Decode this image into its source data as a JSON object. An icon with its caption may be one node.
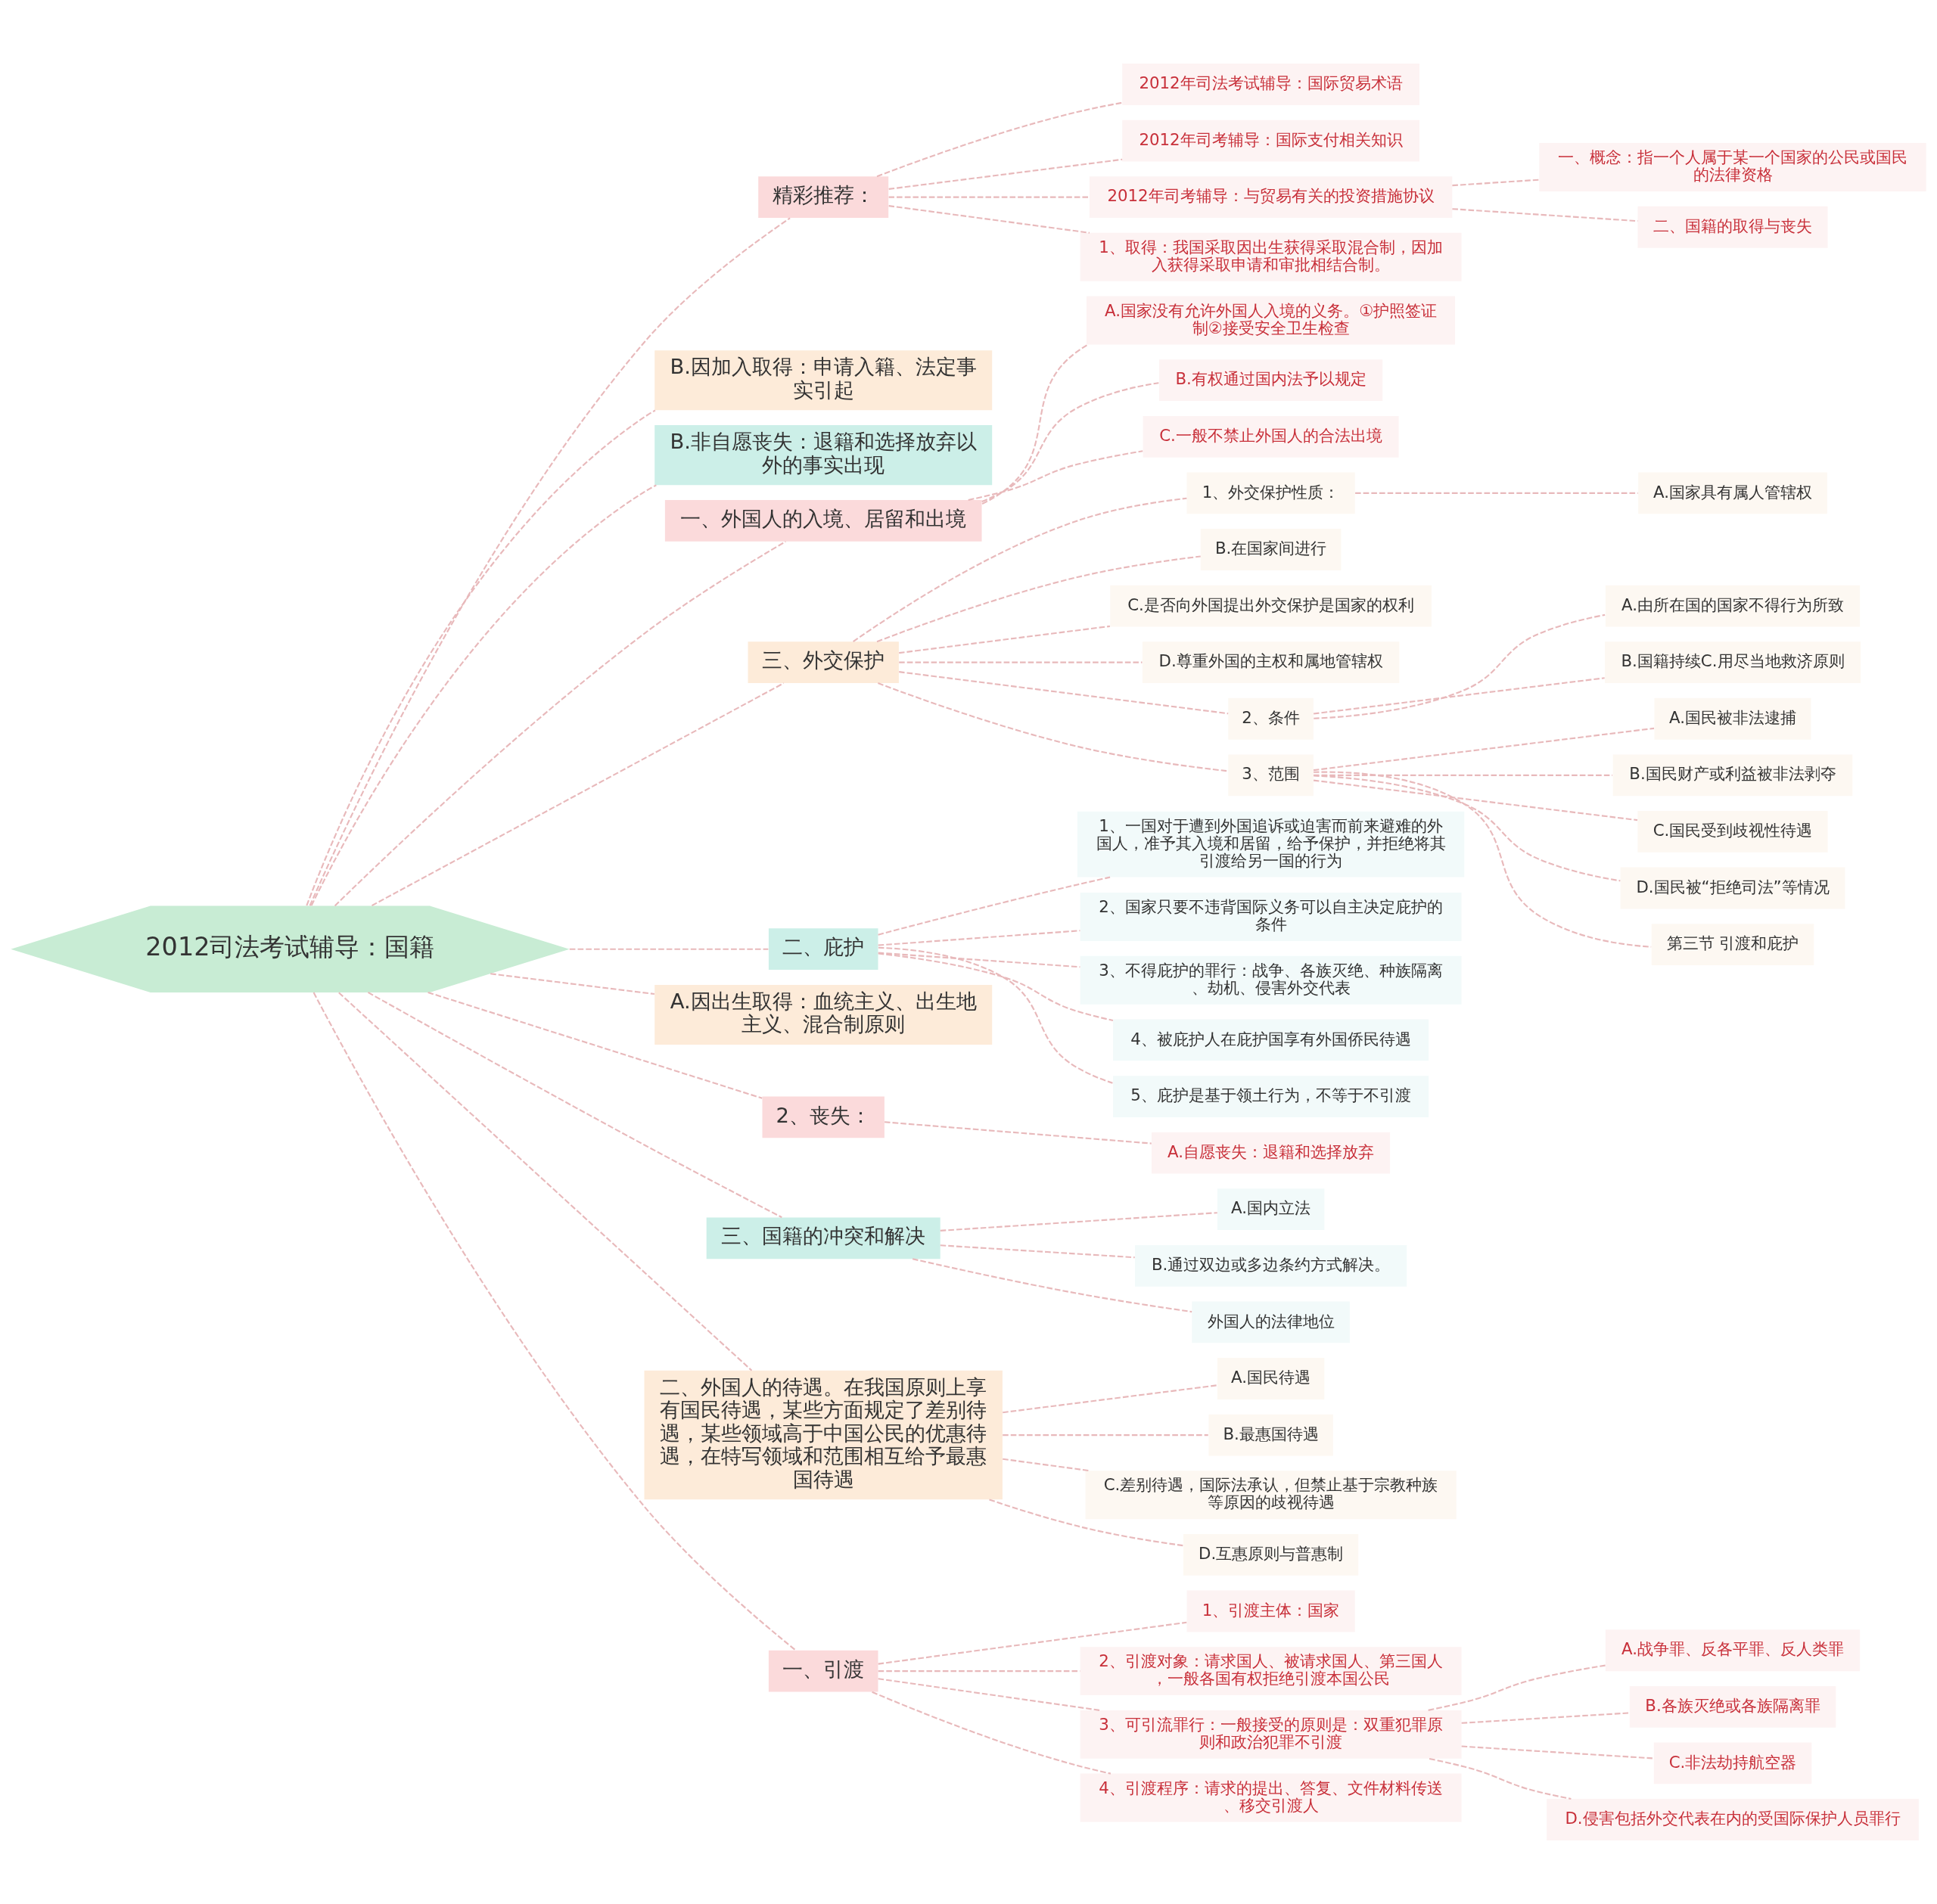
{
  "diagram": {
    "nodes": [
      {
        "text": [
          "2012司法考试辅导：国籍"
        ]
      },
      {
        "text": [
          "精彩推荐："
        ]
      },
      {
        "text": [
          "2012年司法考试辅导：国际贸易术语"
        ]
      },
      {
        "text": [
          "2012年司考辅导：国际支付相关知识"
        ]
      },
      {
        "text": [
          "2012年司考辅导：与贸易有关的投资措施协议"
        ]
      },
      {
        "text": [
          "一、概念：指一个人属于某一个国家的公民或国民的法律资格"
        ]
      },
      {
        "text": [
          "二、国籍的取得与丧失"
        ]
      },
      {
        "text": [
          "1、取得：我国采取因出生获得采取混合制，因加入获得采取申请和审批相结合制。"
        ]
      },
      {
        "text": [
          "B.因加入取得：申请入籍、法定事实引起"
        ]
      },
      {
        "text": [
          "B.非自愿丧失：退籍和选择放弃以外的事实出现"
        ]
      },
      {
        "text": [
          "一、外国人的入境、居留和出境"
        ]
      },
      {
        "text": [
          "A.国家没有允许外国人入境的义务。①护照签证制②接受安全卫生检查"
        ]
      },
      {
        "text": [
          "B.有权通过国内法予以规定"
        ]
      },
      {
        "text": [
          "C.一般不禁止外国人的合法出境"
        ]
      },
      {
        "text": [
          "三、外交保护"
        ]
      },
      {
        "text": [
          "1、外交保护性质："
        ]
      },
      {
        "text": [
          "A.国家具有属人管辖权"
        ]
      },
      {
        "text": [
          "B.在国家间进行"
        ]
      },
      {
        "text": [
          "C.是否向外国提出外交保护是国家的权利"
        ]
      },
      {
        "text": [
          "D.尊重外国的主权和属地管辖权"
        ]
      },
      {
        "text": [
          "2、条件"
        ]
      },
      {
        "text": [
          "A.由所在国的国家不得行为所致"
        ]
      },
      {
        "text": [
          "B.国籍持续C.用尽当地救济原则"
        ]
      },
      {
        "text": [
          "3、范围"
        ]
      },
      {
        "text": [
          "A.国民被非法逮捕"
        ]
      },
      {
        "text": [
          "B.国民财产或利益被非法剥夺"
        ]
      },
      {
        "text": [
          "C.国民受到歧视性待遇"
        ]
      },
      {
        "text": [
          "D.国民被“拒绝司法”等情况"
        ]
      },
      {
        "text": [
          "第三节 引渡和庇护"
        ]
      },
      {
        "text": [
          "二、庇护"
        ]
      },
      {
        "text": [
          "1、一国对于遭到外国追诉或迫害而前来避难的外国人，准予其入境和居留，给予保护，并拒绝将其引渡给另一国的行为"
        ]
      },
      {
        "text": [
          "2、国家只要不违背国际义务可以自主决定庇护的条件"
        ]
      },
      {
        "text": [
          "3、不得庇护的罪行：战争、各族灭绝、种族隔离、劫机、侵害外交代表"
        ]
      },
      {
        "text": [
          "4、被庇护人在庇护国享有外国侨民待遇"
        ]
      },
      {
        "text": [
          "5、庇护是基于领土行为，不等于不引渡"
        ]
      },
      {
        "text": [
          "A.因出生取得：血统主义、出生地主义、混合制原则"
        ]
      },
      {
        "text": [
          "2、丧失："
        ]
      },
      {
        "text": [
          "A.自愿丧失：退籍和选择放弃"
        ]
      },
      {
        "text": [
          "三、国籍的冲突和解决"
        ]
      },
      {
        "text": [
          "A.国内立法"
        ]
      },
      {
        "text": [
          "B.通过双边或多边条约方式解决。"
        ]
      },
      {
        "text": [
          "外国人的法律地位"
        ]
      },
      {
        "text": [
          "二、外国人的待遇。在我国原则上享有国民待遇，某些方面规定了差别待遇，某些领域高于中国公民的优惠待遇，在特写领域和范围相互给予最惠国待遇"
        ]
      },
      {
        "text": [
          "A.国民待遇"
        ]
      },
      {
        "text": [
          "B.最惠国待遇"
        ]
      },
      {
        "text": [
          "C.差别待遇，国际法承认，但禁止基于宗教种族等原因的歧视待遇"
        ]
      },
      {
        "text": [
          "D.互惠原则与普惠制"
        ]
      },
      {
        "text": [
          "一、引渡"
        ]
      },
      {
        "text": [
          "1、引渡主体：国家"
        ]
      },
      {
        "text": [
          "2、引渡对象：请求国人、被请求国人、第三国人，一般各国有权拒绝引渡本国公民"
        ]
      },
      {
        "text": [
          "3、可引流罪行：一般接受的原则是：双重犯罪原则和政治犯罪不引渡"
        ]
      },
      {
        "text": [
          "A.战争罪、反各平罪、反人类罪"
        ]
      },
      {
        "text": [
          "B.各族灭绝或各族隔离罪"
        ]
      },
      {
        "text": [
          "C.非法劫持航空器"
        ]
      },
      {
        "text": [
          "D.侵害包括外交代表在内的受国际保护人员罪行"
        ]
      },
      {
        "text": [
          "4、引渡程序：请求的提出、答复、文件材料传送、移交引渡人"
        ]
      }
    ],
    "edges": [
      {
        "from": 0,
        "to": 1,
        "arrow": "none",
        "style": "dashed"
      },
      {
        "from": 1,
        "to": 2,
        "arrow": "none",
        "style": "dashed"
      },
      {
        "from": 1,
        "to": 3,
        "arrow": "none",
        "style": "dashed"
      },
      {
        "from": 1,
        "to": 4,
        "arrow": "none",
        "style": "dashed"
      },
      {
        "from": 4,
        "to": 5,
        "arrow": "none",
        "style": "dashed"
      },
      {
        "from": 4,
        "to": 6,
        "arrow": "none",
        "style": "dashed"
      },
      {
        "from": 1,
        "to": 7,
        "arrow": "none",
        "style": "dashed"
      },
      {
        "from": 0,
        "to": 8,
        "arrow": "none",
        "style": "dashed"
      },
      {
        "from": 0,
        "to": 9,
        "arrow": "none",
        "style": "dashed"
      },
      {
        "from": 0,
        "to": 10,
        "arrow": "none",
        "style": "dashed"
      },
      {
        "from": 10,
        "to": 11,
        "arrow": "none",
        "style": "dashed"
      },
      {
        "from": 10,
        "to": 12,
        "arrow": "none",
        "style": "dashed"
      },
      {
        "from": 10,
        "to": 13,
        "arrow": "none",
        "style": "dashed"
      },
      {
        "from": 0,
        "to": 14,
        "arrow": "none",
        "style": "dashed"
      },
      {
        "from": 14,
        "to": 15,
        "arrow": "none",
        "style": "dashed"
      },
      {
        "from": 15,
        "to": 16,
        "arrow": "none",
        "style": "dashed"
      },
      {
        "from": 14,
        "to": 17,
        "arrow": "none",
        "style": "dashed"
      },
      {
        "from": 14,
        "to": 18,
        "arrow": "none",
        "style": "dashed"
      },
      {
        "from": 14,
        "to": 19,
        "arrow": "none",
        "style": "dashed"
      },
      {
        "from": 14,
        "to": 20,
        "arrow": "none",
        "style": "dashed"
      },
      {
        "from": 20,
        "to": 21,
        "arrow": "none",
        "style": "dashed"
      },
      {
        "from": 20,
        "to": 22,
        "arrow": "none",
        "style": "dashed"
      },
      {
        "from": 14,
        "to": 23,
        "arrow": "none",
        "style": "dashed"
      },
      {
        "from": 23,
        "to": 24,
        "arrow": "none",
        "style": "dashed"
      },
      {
        "from": 23,
        "to": 25,
        "arrow": "none",
        "style": "dashed"
      },
      {
        "from": 23,
        "to": 26,
        "arrow": "none",
        "style": "dashed"
      },
      {
        "from": 23,
        "to": 27,
        "arrow": "none",
        "style": "dashed"
      },
      {
        "from": 23,
        "to": 28,
        "arrow": "none",
        "style": "dashed"
      },
      {
        "from": 0,
        "to": 29,
        "arrow": "none",
        "style": "dashed"
      },
      {
        "from": 29,
        "to": 30,
        "arrow": "none",
        "style": "dashed"
      },
      {
        "from": 29,
        "to": 31,
        "arrow": "none",
        "style": "dashed"
      },
      {
        "from": 29,
        "to": 32,
        "arrow": "none",
        "style": "dashed"
      },
      {
        "from": 29,
        "to": 33,
        "arrow": "none",
        "style": "dashed"
      },
      {
        "from": 29,
        "to": 34,
        "arrow": "none",
        "style": "dashed"
      },
      {
        "from": 0,
        "to": 35,
        "arrow": "none",
        "style": "dashed"
      },
      {
        "from": 0,
        "to": 36,
        "arrow": "none",
        "style": "dashed"
      },
      {
        "from": 36,
        "to": 37,
        "arrow": "none",
        "style": "dashed"
      },
      {
        "from": 0,
        "to": 38,
        "arrow": "none",
        "style": "dashed"
      },
      {
        "from": 38,
        "to": 39,
        "arrow": "none",
        "style": "dashed"
      },
      {
        "from": 38,
        "to": 40,
        "arrow": "none",
        "style": "dashed"
      },
      {
        "from": 38,
        "to": 41,
        "arrow": "none",
        "style": "dashed"
      },
      {
        "from": 0,
        "to": 42,
        "arrow": "none",
        "style": "dashed"
      },
      {
        "from": 42,
        "to": 43,
        "arrow": "none",
        "style": "dashed"
      },
      {
        "from": 42,
        "to": 44,
        "arrow": "none",
        "style": "dashed"
      },
      {
        "from": 42,
        "to": 45,
        "arrow": "none",
        "style": "dashed"
      },
      {
        "from": 42,
        "to": 46,
        "arrow": "none",
        "style": "dashed"
      },
      {
        "from": 0,
        "to": 47,
        "arrow": "none",
        "style": "dashed"
      },
      {
        "from": 47,
        "to": 48,
        "arrow": "none",
        "style": "dashed"
      },
      {
        "from": 47,
        "to": 49,
        "arrow": "none",
        "style": "dashed"
      },
      {
        "from": 47,
        "to": 50,
        "arrow": "none",
        "style": "dashed"
      },
      {
        "from": 50,
        "to": 51,
        "arrow": "none",
        "style": "dashed"
      },
      {
        "from": 50,
        "to": 52,
        "arrow": "none",
        "style": "dashed"
      },
      {
        "from": 50,
        "to": 53,
        "arrow": "none",
        "style": "dashed"
      },
      {
        "from": 50,
        "to": 54,
        "arrow": "none",
        "style": "dashed"
      },
      {
        "from": 47,
        "to": 55,
        "arrow": "none",
        "style": "dashed"
      }
    ]
  }
}
